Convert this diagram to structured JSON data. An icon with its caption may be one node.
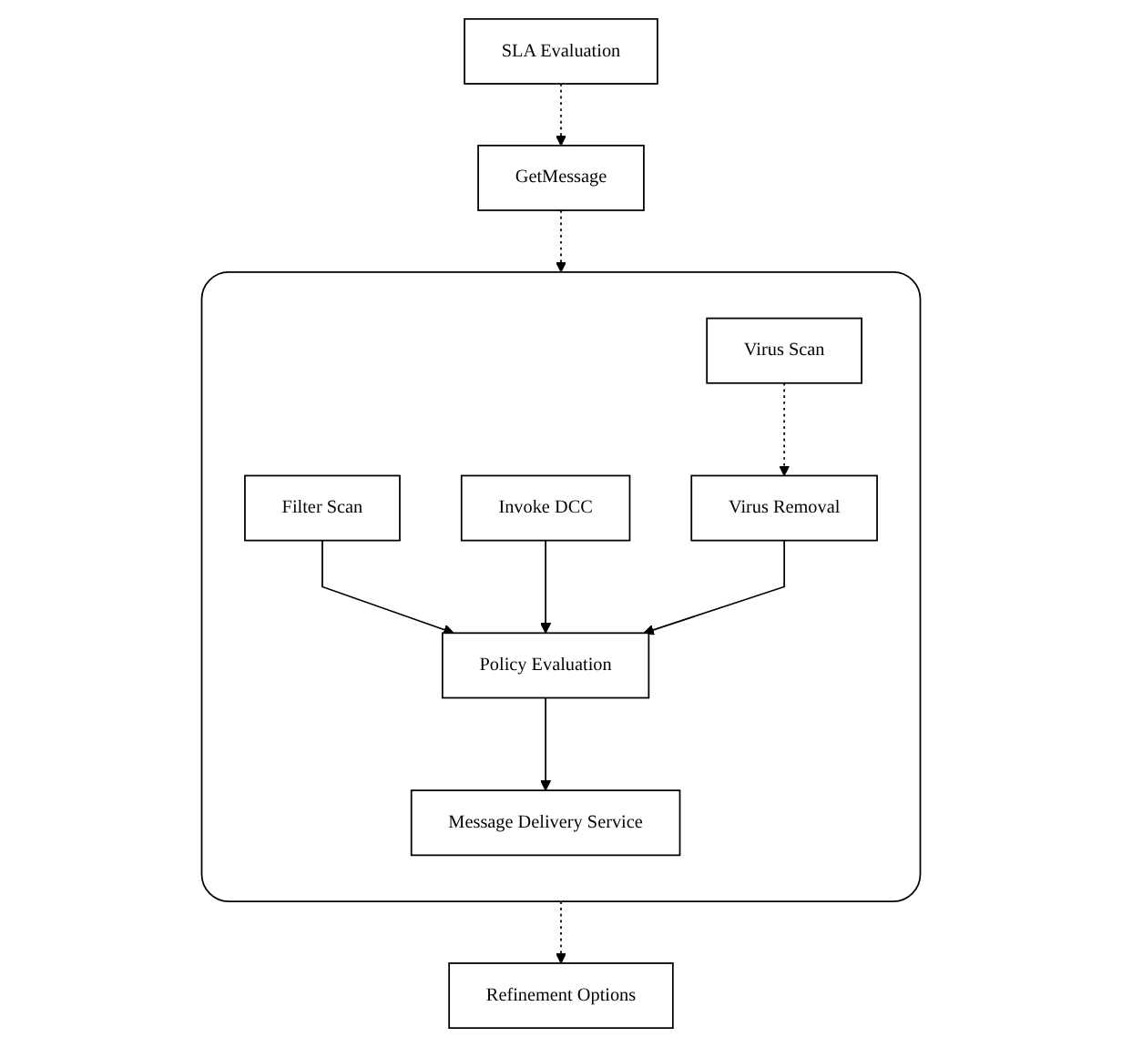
{
  "diagram": {
    "nodes": [
      {
        "text": [
          "SLA Evaluation"
        ]
      },
      {
        "text": [
          "GetMessage"
        ]
      },
      {
        "text": [],
        "shape": "box"
      },
      {
        "text": [
          "Virus Scan"
        ],
        "in": 2
      },
      {
        "text": [
          "Filter Scan"
        ],
        "in": 2
      },
      {
        "text": [
          "Invoke DCC"
        ],
        "in": 2
      },
      {
        "text": [
          "Virus Removal"
        ],
        "in": 2
      },
      {
        "text": [
          "Policy Evaluation"
        ],
        "in": 2
      },
      {
        "text": [
          "Message Delivery Service"
        ],
        "in": 2
      },
      {
        "text": [
          "Refinement Options"
        ]
      }
    ],
    "edges": [
      {
        "from": 0,
        "to": 1,
        "arrow": "to",
        "style": "dashed"
      },
      {
        "from": 1,
        "to": 2,
        "arrow": "to",
        "style": "dashed"
      },
      {
        "from": 3,
        "to": 6,
        "arrow": "to",
        "style": "dashed"
      },
      {
        "from": 4,
        "to": 7,
        "arrow": "to"
      },
      {
        "from": 5,
        "to": 7,
        "arrow": "to"
      },
      {
        "from": 6,
        "to": 7,
        "arrow": "to"
      },
      {
        "from": 7,
        "to": 8,
        "arrow": "to"
      },
      {
        "from": 2,
        "to": 9,
        "arrow": "to",
        "style": "dashed"
      }
    ]
  }
}
